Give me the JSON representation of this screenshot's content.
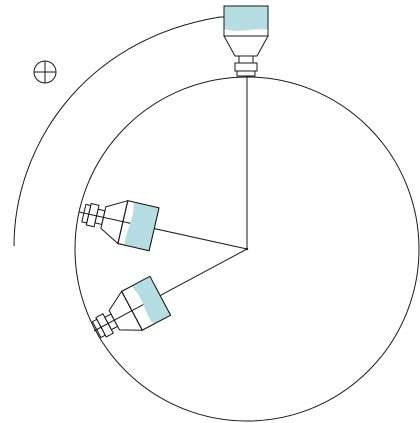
{
  "diagram": {
    "type": "rotation-diagram",
    "elements": [
      "large-circle",
      "center-point",
      "radius-lines",
      "attached-containers",
      "curved-arrow",
      "target-symbol"
    ],
    "container_count": 3,
    "arrow_direction": "clockwise",
    "colors": {
      "line": "#1a1a1a",
      "liquid": "#b5dde3",
      "background": "#ffffff"
    }
  }
}
